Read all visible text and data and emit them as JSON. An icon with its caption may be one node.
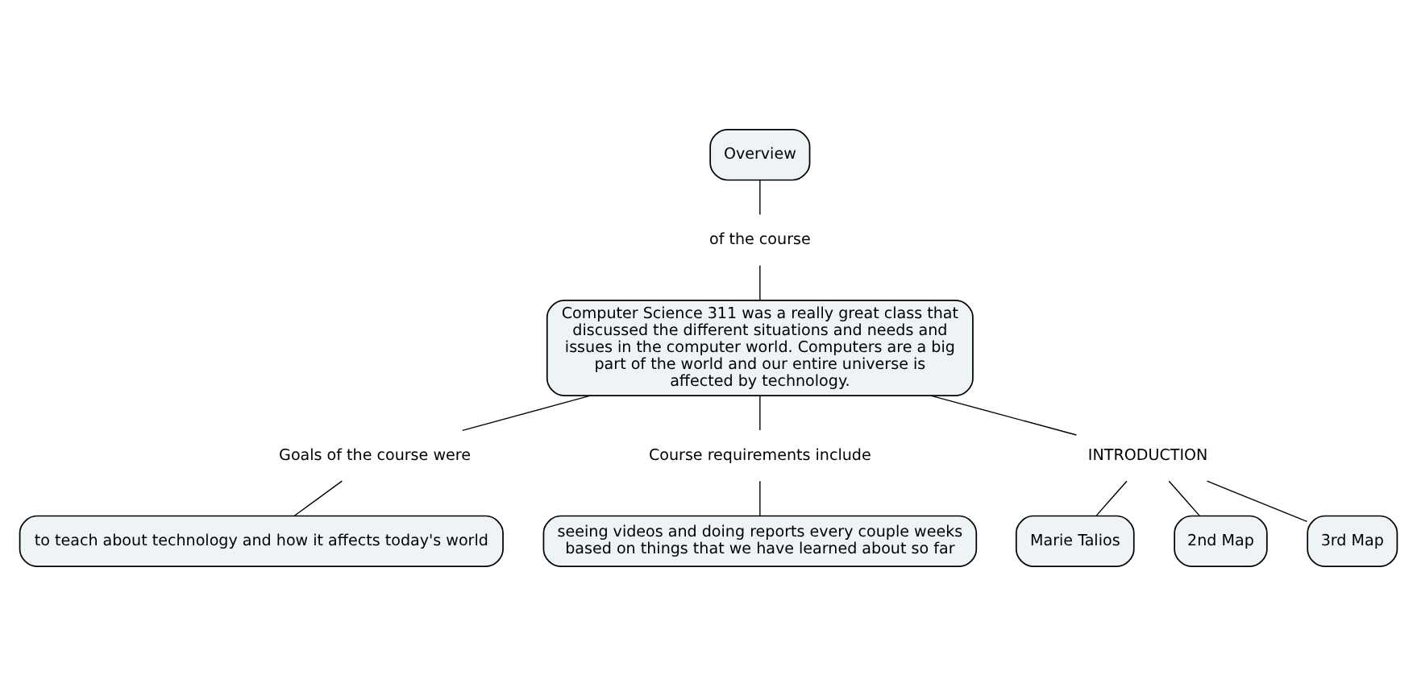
{
  "diagram": {
    "nodes": [
      {
        "text": [
          "Overview"
        ]
      },
      {
        "text": [
          "of the course"
        ]
      },
      {
        "text": [
          "Computer Science 311 was a really great class that discussed the different situations and needs and issues in the computer world. Computers are a big part of the world and our entire universe is affected by technology."
        ]
      },
      {
        "text": [
          "Goals of the course were"
        ]
      },
      {
        "text": [
          "to teach about technology and how it affects today's world"
        ]
      },
      {
        "text": [
          "Course requirements include"
        ]
      },
      {
        "text": [
          "seeing videos and doing reports every couple weeks based on things that we have learned about so far"
        ]
      },
      {
        "text": [
          "INTRODUCTION"
        ]
      },
      {
        "text": [
          "Marie Talios"
        ]
      },
      {
        "text": [
          "2nd Map"
        ]
      },
      {
        "text": [
          "3rd Map"
        ]
      }
    ],
    "edges": [
      {
        "from": 0,
        "to": 1,
        "arrow": "none"
      },
      {
        "from": 1,
        "to": 2,
        "arrow": "none"
      },
      {
        "from": 2,
        "to": 3,
        "arrow": "none"
      },
      {
        "from": 3,
        "to": 4,
        "arrow": "none"
      },
      {
        "from": 2,
        "to": 5,
        "arrow": "none"
      },
      {
        "from": 5,
        "to": 6,
        "arrow": "none"
      },
      {
        "from": 2,
        "to": 7,
        "arrow": "none"
      },
      {
        "from": 7,
        "to": 8,
        "arrow": "none"
      },
      {
        "from": 7,
        "to": 9,
        "arrow": "none"
      },
      {
        "from": 7,
        "to": 10,
        "arrow": "none"
      }
    ]
  }
}
